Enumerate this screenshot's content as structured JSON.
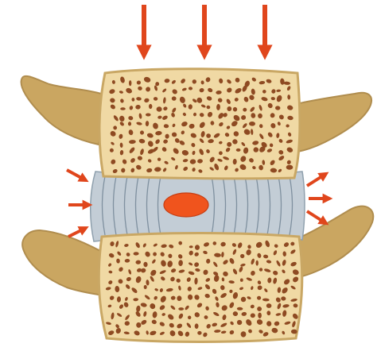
{
  "diagram": {
    "subject": "spinal-motion-segment-under-axial-load",
    "components": [
      {
        "id": "upper-vertebral-body",
        "kind": "cancellous-bone"
      },
      {
        "id": "lower-vertebral-body",
        "kind": "cancellous-bone"
      },
      {
        "id": "intervertebral-disc",
        "kind": "annulus-fibrosus"
      },
      {
        "id": "nucleus-pulposus",
        "kind": "disc-core"
      },
      {
        "id": "upper-left-process",
        "kind": "bony-process"
      },
      {
        "id": "upper-right-process",
        "kind": "bony-process"
      },
      {
        "id": "lower-left-process",
        "kind": "bony-process"
      },
      {
        "id": "lower-right-process",
        "kind": "bony-process"
      }
    ],
    "arrows": {
      "top": {
        "count": 3,
        "direction": "down",
        "meaning": "axial-compression"
      },
      "left": {
        "count": 3,
        "direction": "inward"
      },
      "right": {
        "count": 3,
        "direction": "outward",
        "meaning": "disc-bulging"
      }
    },
    "colors": {
      "arrow": "#e0461c",
      "bone_fill": "#f0d9a4",
      "bone_outline": "#c9a764",
      "process": "#caa661",
      "pore": "#8e4a22",
      "disc": "#c3cdd6",
      "disc_line": "#7f909f",
      "nucleus": "#f0541d"
    }
  }
}
